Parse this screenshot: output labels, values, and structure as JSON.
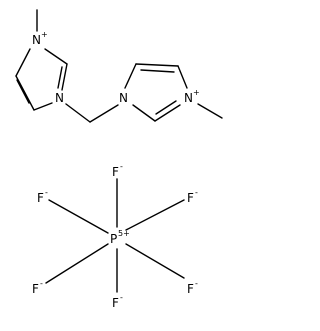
{
  "molecule": {
    "cation_left": {
      "n_methyl": {
        "symbol": "N",
        "charge": "+"
      },
      "n_bridge": {
        "symbol": "N"
      }
    },
    "cation_right": {
      "n_bridge": {
        "symbol": "N"
      },
      "n_methyl": {
        "symbol": "N",
        "charge": "+"
      }
    },
    "anion": {
      "center": {
        "symbol": "P",
        "charge": "5+"
      },
      "ligands": [
        {
          "symbol": "F",
          "charge": "-"
        },
        {
          "symbol": "F",
          "charge": "-"
        },
        {
          "symbol": "F",
          "charge": "-"
        },
        {
          "symbol": "F",
          "charge": "-"
        },
        {
          "symbol": "F",
          "charge": "-"
        },
        {
          "symbol": "F",
          "charge": "-"
        }
      ]
    }
  },
  "colors": {
    "ink": "#000000",
    "background": "#ffffff"
  }
}
